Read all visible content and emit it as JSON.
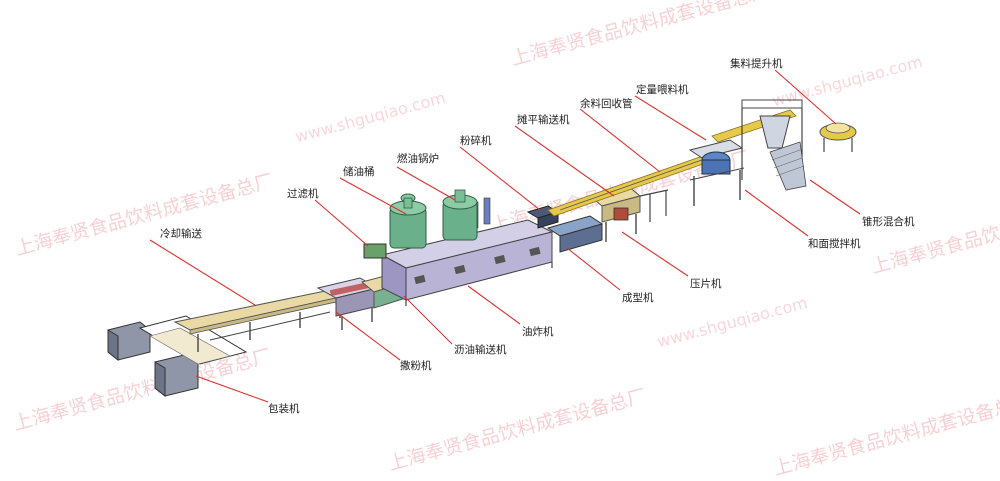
{
  "labels": {
    "lengqie": "冷却输送",
    "guolv": "过滤机",
    "chuyou": "储油桶",
    "ranyou": "燃油锅炉",
    "fensui": "粉碎机",
    "tanping": "摊平输送机",
    "yuliao": "余料回收管",
    "dingliang": "定量喂料机",
    "jiliao": "集料提升机",
    "zhuixing": "锥形混合机",
    "hemian": "和面搅拌机",
    "yapian": "压片机",
    "chengxing": "成型机",
    "youzha": "油炸机",
    "shayou": "沥油输送机",
    "safen": "撒粉机",
    "baozhuang": "包装机"
  },
  "watermarks": {
    "cn": "上海奉贤食品饮料成套设备总厂",
    "en": "www.shguqiao.com"
  },
  "colors": {
    "leader": "#e0312d",
    "fryer": "#b9b3d6",
    "tank": "#6ab08a",
    "conveyor": "#e8d9a5",
    "frame": "#4a4a4a",
    "machine_blue": "#8aa3c8",
    "machine_dark": "#5c6f92",
    "duct_yellow": "#e6c84a",
    "watermark": "#eb7882"
  }
}
